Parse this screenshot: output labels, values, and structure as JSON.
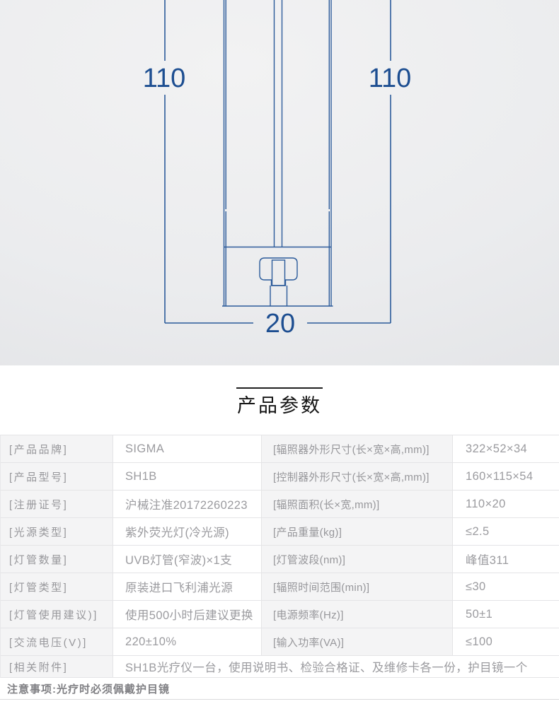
{
  "diagram": {
    "dim_left": "110",
    "dim_right": "110",
    "dim_bottom": "20",
    "line_color": "#2b5a9a",
    "text_color": "#1d4e91",
    "background": "#ebecee"
  },
  "section": {
    "title": "产品参数"
  },
  "table": {
    "rows": [
      {
        "c1": "[产品品牌]",
        "c2": "SIGMA",
        "c3": "[辐照器外形尺寸(长×宽×高,mm)]",
        "c4": "322×52×34"
      },
      {
        "c1": "[产品型号]",
        "c2": "SH1B",
        "c3": "[控制器外形尺寸(长×宽×高,mm)]",
        "c4": "160×115×54"
      },
      {
        "c1": "[注册证号]",
        "c2": "沪械注准20172260223",
        "c3": "[辐照面积(长×宽,mm)]",
        "c4": "110×20"
      },
      {
        "c1": "[光源类型]",
        "c2": "紫外荧光灯(冷光源)",
        "c3": "[产品重量(kg)]",
        "c4": "≤2.5"
      },
      {
        "c1": "[灯管数量]",
        "c2": "UVB灯管(窄波)×1支",
        "c3": "[灯管波段(nm)]",
        "c4": "峰值311"
      },
      {
        "c1": "[灯管类型]",
        "c2": "原装进口飞利浦光源",
        "c3": "[辐照时间范围(min)]",
        "c4": "≤30"
      },
      {
        "c1": "[灯管使用建议)]",
        "c2": "使用500小时后建议更换",
        "c3": "[电源频率(Hz)]",
        "c4": "50±1"
      },
      {
        "c1": "[交流电压(V)]",
        "c2": "220±10%",
        "c3": "[输入功率(VA)]",
        "c4": "≤100"
      }
    ],
    "accessories_label": "[相关附件]",
    "accessories_value": "SH1B光疗仪一台，使用说明书、检验合格证、及维修卡各一份，护目镜一个",
    "note": "注意事项:光疗时必须佩戴护目镜"
  },
  "colors": {
    "label_bg": "#f4f4f5",
    "border": "#e4e4e6",
    "label_text": "#97979b",
    "value_text": "#9b9b9f",
    "note_text": "#808084",
    "title_text": "#141414"
  }
}
